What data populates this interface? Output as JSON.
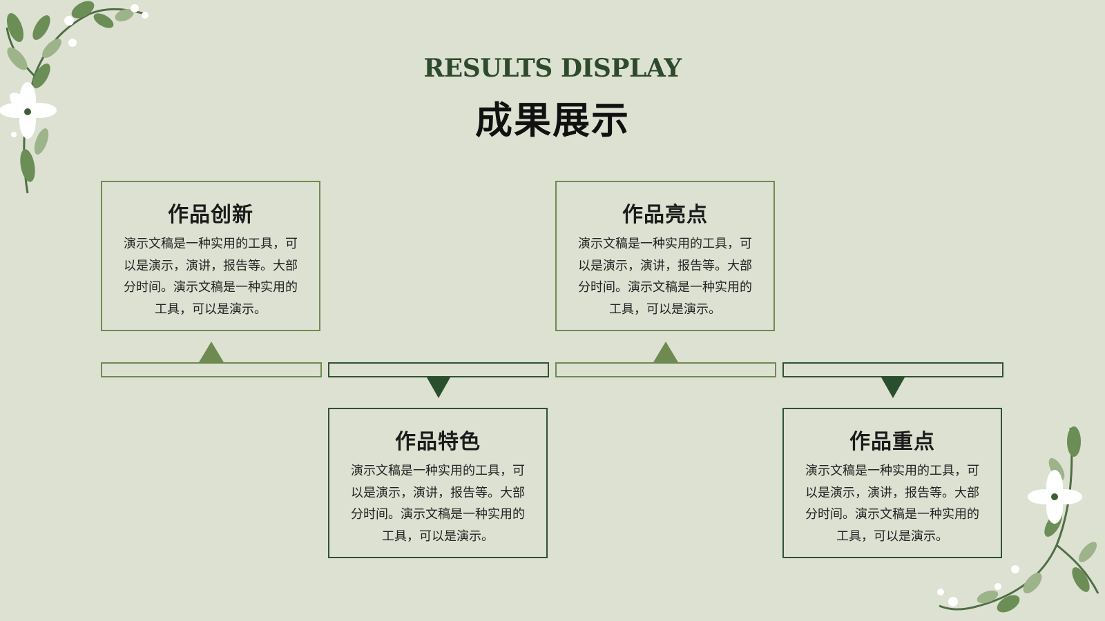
{
  "header": {
    "subtitle": "RESULTS DISPLAY",
    "title": "成果展示"
  },
  "cards": [
    {
      "title": "作品创新",
      "body": "演示文稿是一种实用的工具，可以是演示，演讲，报告等。大部分时间。演示文稿是一种实用的工具，可以是演示。"
    },
    {
      "title": "作品特色",
      "body": "演示文稿是一种实用的工具，可以是演示，演讲，报告等。大部分时间。演示文稿是一种实用的工具，可以是演示。"
    },
    {
      "title": "作品亮点",
      "body": "演示文稿是一种实用的工具，可以是演示，演讲，报告等。大部分时间。演示文稿是一种实用的工具，可以是演示。"
    },
    {
      "title": "作品重点",
      "body": "演示文稿是一种实用的工具，可以是演示，演讲，报告等。大部分时间。演示文稿是一种实用的工具，可以是演示。"
    }
  ],
  "colors": {
    "background": "#dde1d2",
    "accent_light": "#6f8a51",
    "accent_dark": "#2f5232",
    "text_heading": "#2d4a2c"
  },
  "icons": [
    "floral-corner-top-left",
    "floral-corner-bottom-right",
    "triangle-up-marker",
    "triangle-down-marker"
  ]
}
